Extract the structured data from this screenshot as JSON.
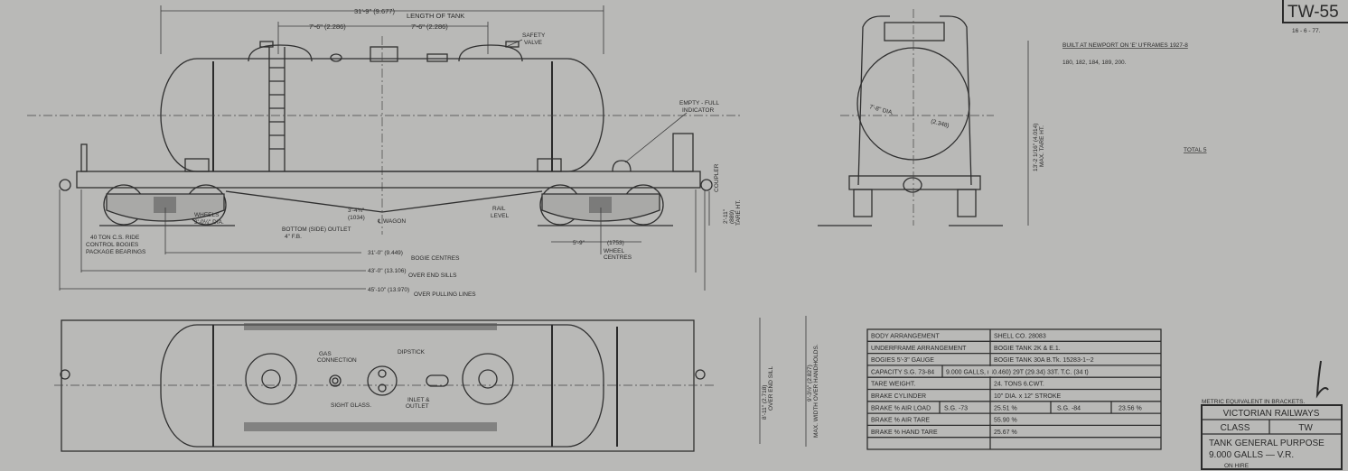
{
  "drawing_number": "TW-55",
  "drawing_date": "16 - 6 - 77.",
  "side_view": {
    "tank_length": "31'-9\" (9.677)",
    "tank_length_label": "LENGTH OF TANK",
    "dome_offset_left": "7'-6\" (2.286)",
    "dome_offset_right": "7'-6\" (2.286)",
    "safety_valve": [
      "SAFETY",
      "VALVE"
    ],
    "indicator": [
      "EMPTY - FULL",
      "INDICATOR"
    ],
    "coupler": "COUPLER",
    "coupler_height": "2'-11\"",
    "coupler_height_metric": "(889)",
    "coupler_height_label": "TARE HT.",
    "wheels": [
      "WHEELS",
      "3'-0¼\" DIA."
    ],
    "outlet": [
      "BOTTOM (SIDE) OUTLET",
      "4\" F.B."
    ],
    "outlet_offset": [
      "3'-4¾\"",
      "(1034)"
    ],
    "wagon_centre": "℄ WAGON",
    "rail_level": [
      "RAIL",
      "LEVEL"
    ],
    "wheel_base": "5'-9\"",
    "wheel_base_metric": "(1753)",
    "wheel_centres": [
      "WHEEL",
      "CENTRES"
    ],
    "bogies_note": [
      "40 TON C.S. RIDE",
      "CONTROL BOGIES",
      "PACKAGE BEARINGS"
    ],
    "bogie_centres": "31'-0\" (9.449)",
    "bogie_centres_label": "BOGIE CENTRES",
    "over_end_sills": "43'-0\" (13.106)",
    "over_end_sills_label": "OVER END SILLS",
    "over_pulling_lines": "45'-10\" (13.970)",
    "over_pulling_lines_label": "OVER PULLING LINES"
  },
  "end_view": {
    "tank_dia": "7'-8\" DIA.",
    "tank_dia_metric": "(2.348)",
    "max_height": "13'-2 1/16\" (4.014)",
    "max_height_label": "MAX. TARE HT."
  },
  "plan_view": {
    "gas_connection": [
      "GAS",
      "CONNECTION"
    ],
    "dipstick": "DIPSTICK",
    "sight_glass": "SIGHT GLASS.",
    "inlet_outlet": [
      "INLET &",
      "OUTLET"
    ],
    "end_sill_width": "8'-11\" (2.718)",
    "end_sill_label": "OVER END SILL",
    "max_width": "9'-3½\" (2.827)",
    "max_width_label": "MAX. WIDTH OVER HANDHOLDS."
  },
  "notes": {
    "built": "BUILT AT NEWPORT ON 'E' U'FRAMES 1927-8",
    "numbers": "180, 182, 184, 189, 200.",
    "total": "TOTAL 5",
    "metric_note": "METRIC EQUIVALENT IN BRACKETS."
  },
  "spec_table": [
    [
      "BODY ARRANGEMENT",
      "SHELL CO. 28083"
    ],
    [
      "UNDERFRAME ARRANGEMENT",
      "BOGIE TANK 2K & E.1."
    ],
    [
      "BOGIES 5'-3\" GAUGE",
      "BOGIE TANK 30A B.Tk. 15283-1--2"
    ],
    [
      "CAPACITY S.G. 73-84",
      "9.000 GALLS, (40.460) 29T (29.34) 33T. T.C. (34 t)"
    ],
    [
      "TARE WEIGHT.",
      "24. TONS 6.CWT."
    ],
    [
      "BRAKE CYLINDER",
      "10\" DIA. x 12\" STROKE"
    ],
    [
      "BRAKE % AIR LOAD",
      "S.G. -73",
      "25.51 %",
      "S.G. -84",
      "23.56 %"
    ],
    [
      "BRAKE % AIR TARE",
      "55.90 %"
    ],
    [
      "BRAKE % HAND TARE",
      "25.67 %"
    ],
    [
      "",
      ""
    ]
  ],
  "title_block": {
    "railway": "VICTORIAN RAILWAYS",
    "class_label": "CLASS",
    "class_value": "TW",
    "description": "TANK GENERAL PURPOSE",
    "capacity": "9.000 GALLS — V.R.",
    "status": "ON HIRE"
  }
}
